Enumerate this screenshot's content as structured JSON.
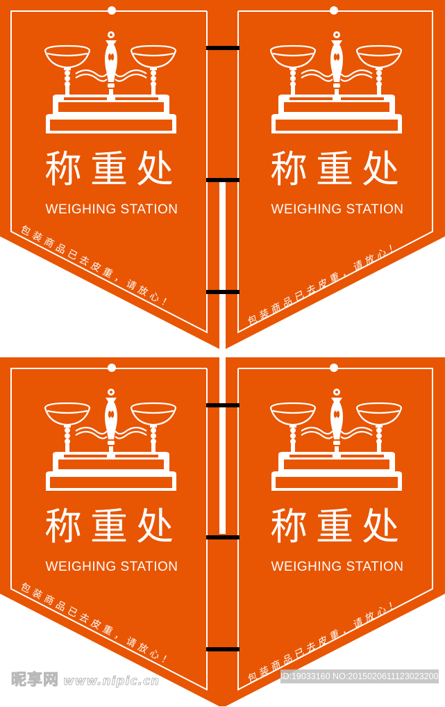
{
  "colors": {
    "sign_orange": "#E85503",
    "border_white": "#FFFFFF",
    "bracket_black": "#000000",
    "watermark_gray": "#BEBEBE"
  },
  "signs": [
    {
      "position": "top-left",
      "icon": "balance-scale-icon",
      "title_cn": "称重处",
      "title_en": "WEIGHING STATION",
      "slogan": "包装商品已去皮重，请放心！"
    },
    {
      "position": "top-right",
      "icon": "balance-scale-icon",
      "title_cn": "称重处",
      "title_en": "WEIGHING STATION",
      "slogan": "包装商品已去皮重，请放心！"
    },
    {
      "position": "bottom-left",
      "icon": "balance-scale-icon",
      "title_cn": "称重处",
      "title_en": "WEIGHING STATION",
      "slogan": "包装商品已去皮重，请放心！"
    },
    {
      "position": "bottom-right",
      "icon": "balance-scale-icon",
      "title_cn": "称重处",
      "title_en": "WEIGHING STATION",
      "slogan": "包装商品已去皮重，请放心！"
    }
  ],
  "watermark": {
    "logo": "昵享网",
    "url": "www.nipic.cn",
    "id_text": "ID:19033160 NO:20150206111230232000"
  }
}
